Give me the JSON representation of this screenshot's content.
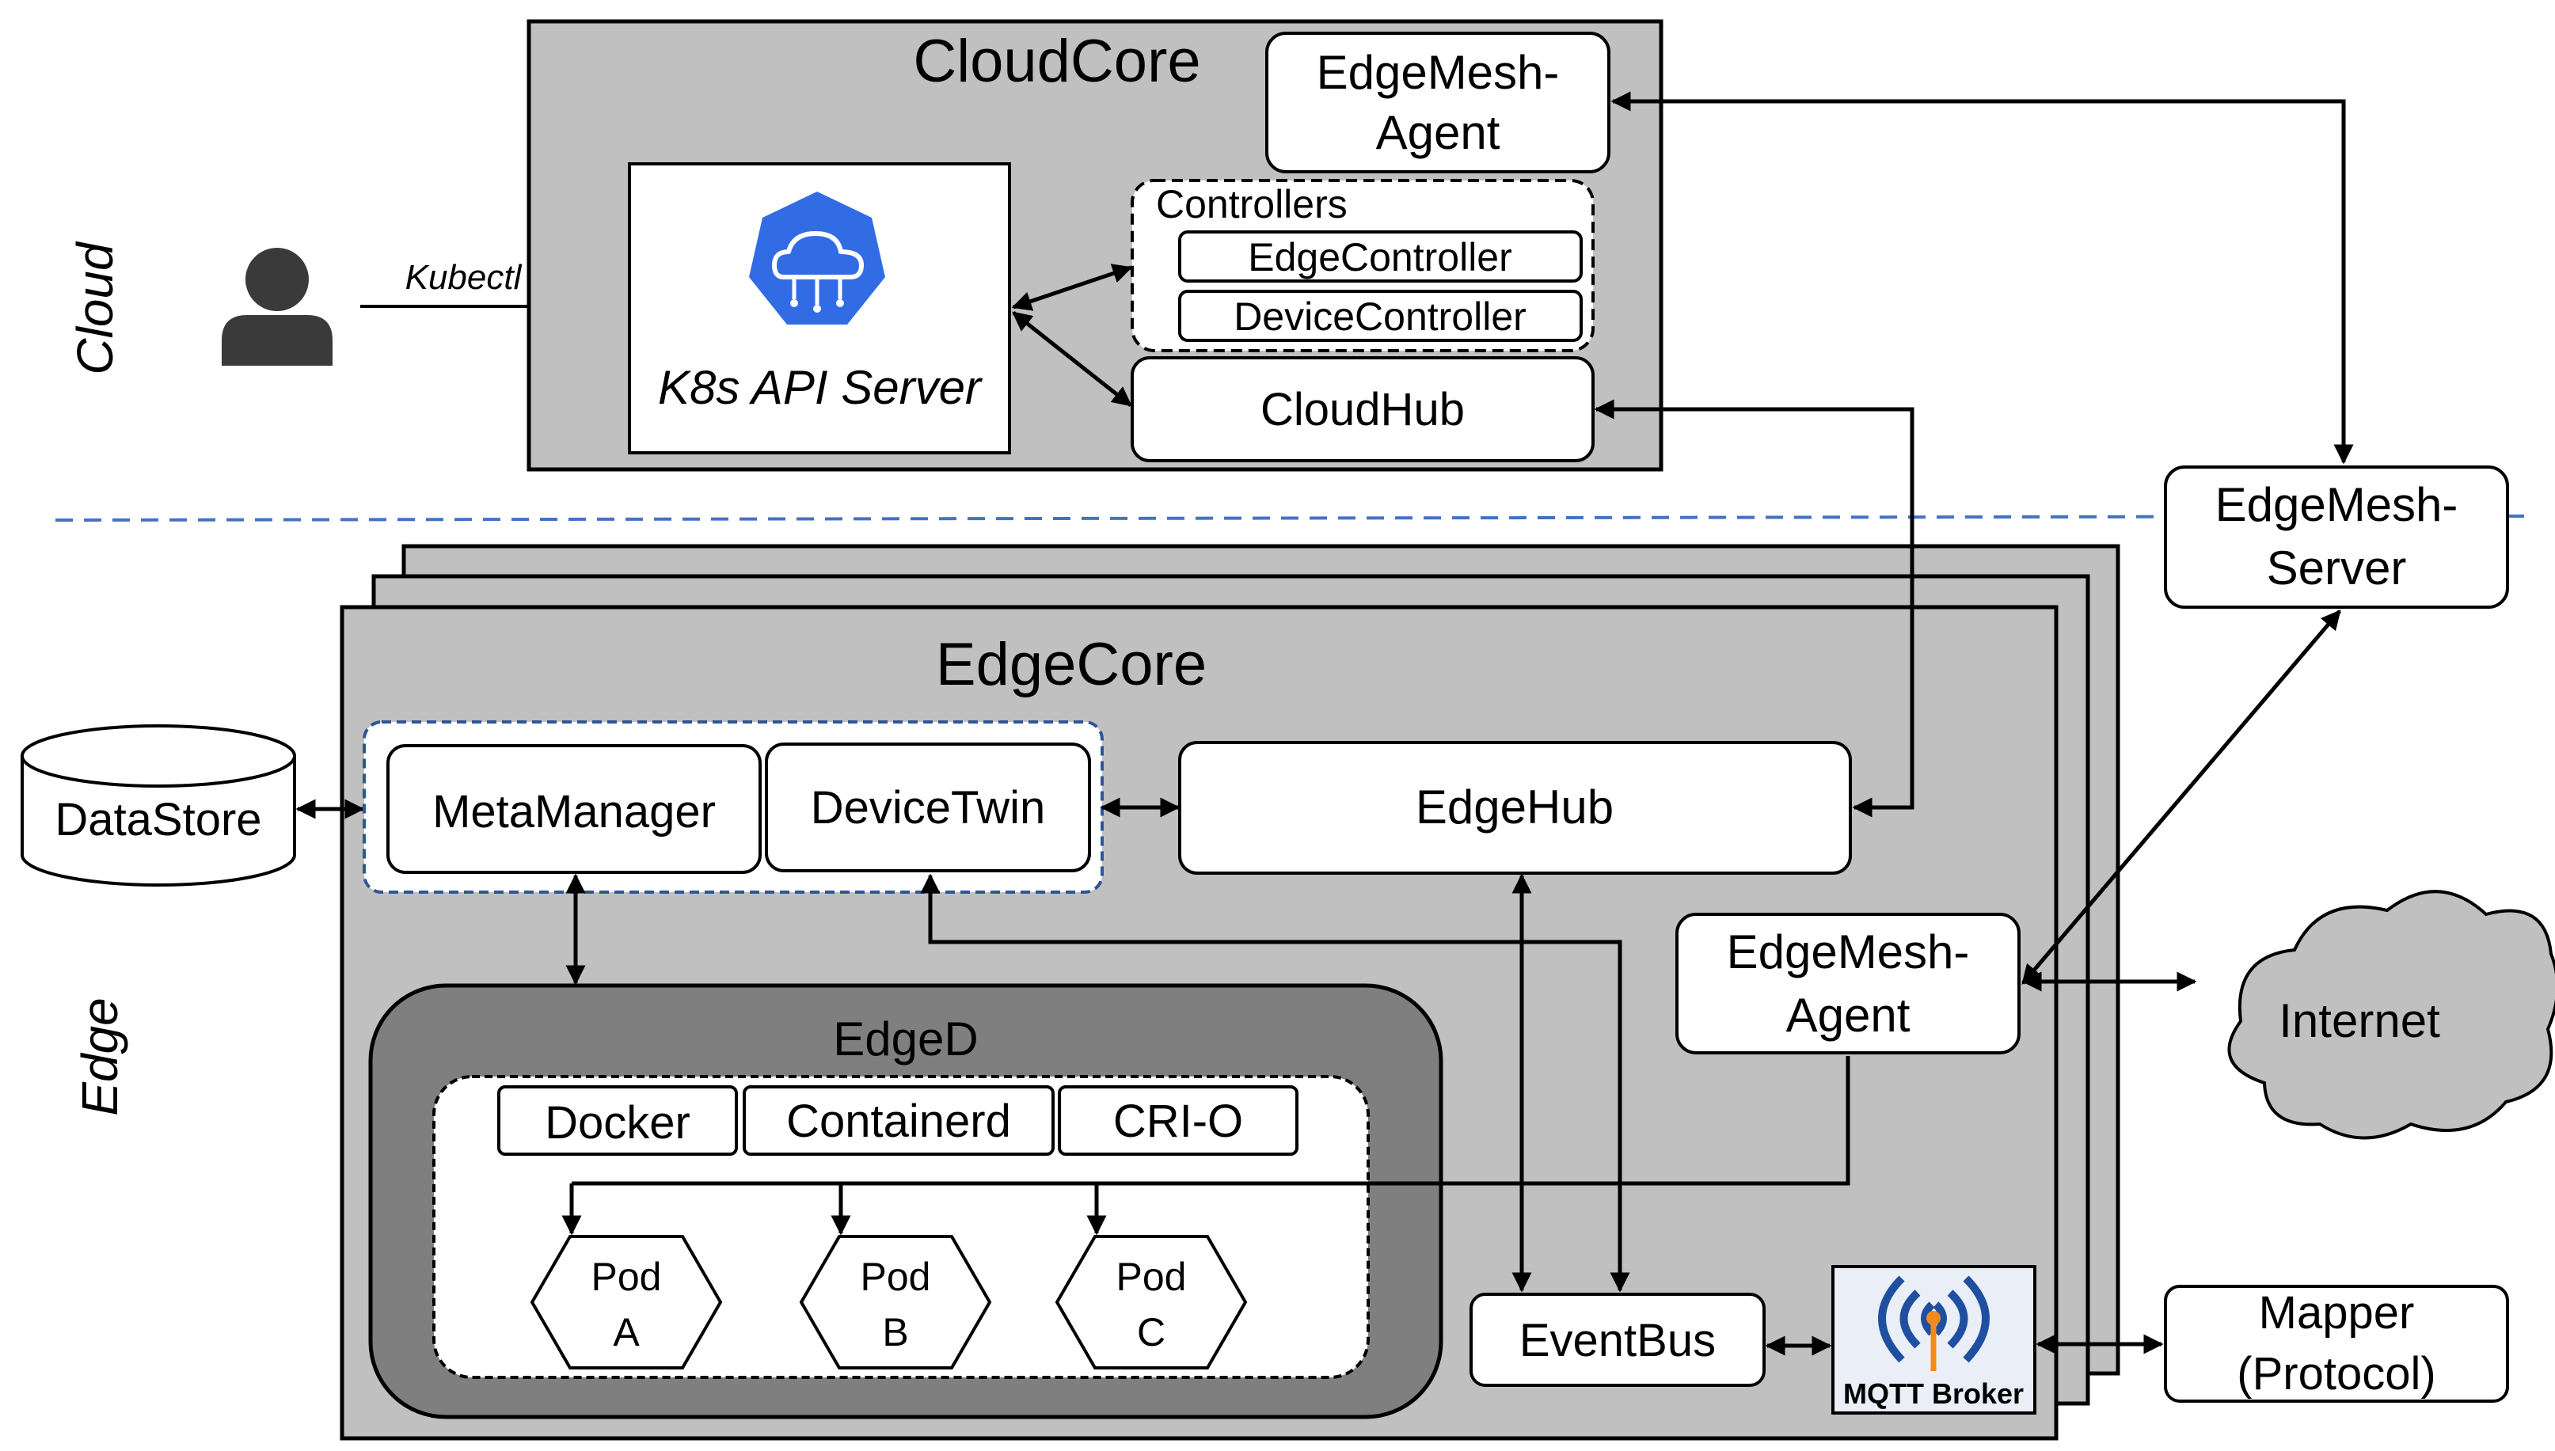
{
  "zones": {
    "cloud": "Cloud",
    "edge": "Edge"
  },
  "user": {
    "command": "Kubectl"
  },
  "cloudcore": {
    "title": "CloudCore",
    "api_server": "K8s API Server",
    "edgemesh_agent": [
      "EdgeMesh-",
      "Agent"
    ],
    "controllers": {
      "label": "Controllers",
      "edge_controller": "EdgeController",
      "device_controller": "DeviceController"
    },
    "cloudhub": "CloudHub"
  },
  "edgemesh_server": [
    "EdgeMesh-",
    "Server"
  ],
  "datastore": "DataStore",
  "edgecore": {
    "title": "EdgeCore",
    "meta_manager": "MetaManager",
    "device_twin": "DeviceTwin",
    "edgehub": "EdgeHub",
    "edgemesh_agent": [
      "EdgeMesh-",
      "Agent"
    ],
    "edged": {
      "title": "EdgeD",
      "runtimes": [
        "Docker",
        "Containerd",
        "CRI-O"
      ],
      "pods": [
        [
          "Pod",
          "A"
        ],
        [
          "Pod",
          "B"
        ],
        [
          "Pod",
          "C"
        ]
      ]
    },
    "eventbus": "EventBus",
    "mqtt_broker": "MQTT Broker"
  },
  "internet": "Internet",
  "mapper": [
    "Mapper",
    "(Protocol)"
  ],
  "colors": {
    "core_fill": "#c0c0c0",
    "edged_fill": "#7f7f7f",
    "kube_blue": "#326ce5",
    "mqtt_blue": "#1f4fa0",
    "mqtt_orange": "#f28a1e",
    "divider": "#4472c4",
    "line": "#000000",
    "box_fill": "#ffffff"
  },
  "icons": [
    "user-icon",
    "kubernetes-cloud-icon",
    "mqtt-broker-icon",
    "database-icon",
    "cloud-icon"
  ]
}
